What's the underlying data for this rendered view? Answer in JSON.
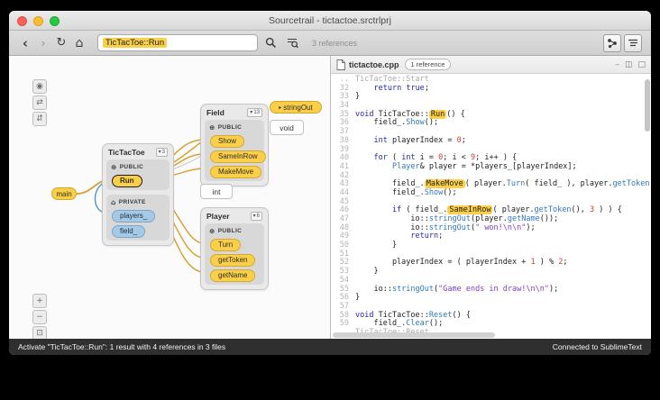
{
  "window": {
    "title": "Sourcetrail - tictactoe.srctrlprj"
  },
  "colors": {
    "traffic_close": "#ff5f57",
    "traffic_minimize": "#febc2e",
    "traffic_zoom": "#28c840",
    "accent_active": "#fbd048",
    "function_node": "#fbd048",
    "variable_node": "#a6c9e6",
    "call_edge": "#d99e2b",
    "access_edge": "#4f94cd"
  },
  "icons": {
    "back": "‹",
    "forward": "›",
    "refresh": "↻",
    "home": "⌂",
    "expand": "▸",
    "badge_collapse": "▾",
    "trail": "◉",
    "expand_horizontal": "⇄",
    "expand_vertical": "⇵",
    "zoom_in": "+",
    "zoom_out": "−",
    "zoom_fit": "⊡",
    "globe": "⊕",
    "home_private": "⌂",
    "minimize": "–",
    "snippet": "◫",
    "maximize": "□"
  },
  "toolbar": {
    "search_value": "TicTacToe::Run",
    "references_label": "3 references"
  },
  "graph": {
    "nodes": {
      "main": {
        "label": "main"
      },
      "tictactoe": {
        "title": "TicTacToe",
        "badge": "3",
        "sections": [
          {
            "label": "PUBLIC",
            "icon": "globe",
            "members": [
              {
                "label": "Run",
                "style": "active"
              }
            ]
          },
          {
            "label": "PRIVATE",
            "icon": "home",
            "members": [
              {
                "label": "players_",
                "style": "blue"
              },
              {
                "label": "field_",
                "style": "blue"
              }
            ]
          }
        ]
      },
      "field": {
        "title": "Field",
        "badge": "13",
        "sections": [
          {
            "label": "PUBLIC",
            "icon": "globe",
            "members": [
              {
                "label": "Show",
                "style": "yellow"
              },
              {
                "label": "SameInRow",
                "style": "yellow"
              },
              {
                "label": "MakeMove",
                "style": "yellow"
              }
            ]
          }
        ]
      },
      "int": {
        "label": "int"
      },
      "player": {
        "title": "Player",
        "badge": "6",
        "sections": [
          {
            "label": "PUBLIC",
            "icon": "globe",
            "members": [
              {
                "label": "Turn",
                "style": "yellow"
              },
              {
                "label": "getToken",
                "style": "yellow"
              },
              {
                "label": "getName",
                "style": "yellow"
              }
            ]
          }
        ]
      },
      "stringout": {
        "label": "stringOut"
      },
      "void": {
        "label": "void"
      }
    }
  },
  "code": {
    "tab": "tictactoe.cpp",
    "badge": "1 reference",
    "lines": [
      {
        "n": "..",
        "t": [
          {
            "s": "TicTacToe::Start",
            "c": "scope"
          }
        ]
      },
      {
        "n": "32",
        "t": [
          {
            "s": "    "
          },
          {
            "s": "return",
            "c": "kw"
          },
          {
            "s": " "
          },
          {
            "s": "true",
            "c": "kw"
          },
          {
            "s": ";"
          }
        ]
      },
      {
        "n": "33",
        "t": [
          {
            "s": "}"
          }
        ]
      },
      {
        "n": "34",
        "t": []
      },
      {
        "n": "35",
        "t": [
          {
            "s": "void",
            "c": "kw"
          },
          {
            "s": " TicTacToe::"
          },
          {
            "s": "Run",
            "c": "hl"
          },
          {
            "s": "() {"
          }
        ]
      },
      {
        "n": "36",
        "t": [
          {
            "s": "    field_."
          },
          {
            "s": "Show",
            "c": "fn"
          },
          {
            "s": "();"
          }
        ]
      },
      {
        "n": "37",
        "t": []
      },
      {
        "n": "38",
        "t": [
          {
            "s": "    "
          },
          {
            "s": "int",
            "c": "kw"
          },
          {
            "s": " playerIndex = "
          },
          {
            "s": "0",
            "c": "num"
          },
          {
            "s": ";"
          }
        ]
      },
      {
        "n": "39",
        "t": []
      },
      {
        "n": "40",
        "t": [
          {
            "s": "    "
          },
          {
            "s": "for",
            "c": "kw"
          },
          {
            "s": " ( "
          },
          {
            "s": "int",
            "c": "kw"
          },
          {
            "s": " i = "
          },
          {
            "s": "0",
            "c": "num"
          },
          {
            "s": "; i < "
          },
          {
            "s": "9",
            "c": "num"
          },
          {
            "s": "; i++ ) {"
          }
        ]
      },
      {
        "n": "41",
        "t": [
          {
            "s": "        "
          },
          {
            "s": "Player",
            "c": "typ"
          },
          {
            "s": "& player = *players_[playerIndex];"
          }
        ]
      },
      {
        "n": "42",
        "t": []
      },
      {
        "n": "43",
        "t": [
          {
            "s": "        field_."
          },
          {
            "s": "MakeMove",
            "c": "hl"
          },
          {
            "s": "( player."
          },
          {
            "s": "Turn",
            "c": "fn"
          },
          {
            "s": "( field_ ), player."
          },
          {
            "s": "getToken",
            "c": "fn"
          },
          {
            "s": "() );"
          }
        ]
      },
      {
        "n": "44",
        "t": [
          {
            "s": "        field_."
          },
          {
            "s": "Show",
            "c": "fn"
          },
          {
            "s": "();"
          }
        ]
      },
      {
        "n": "45",
        "t": []
      },
      {
        "n": "46",
        "t": [
          {
            "s": "        "
          },
          {
            "s": "if",
            "c": "kw"
          },
          {
            "s": " ( field_."
          },
          {
            "s": "SameInRow",
            "c": "hl"
          },
          {
            "s": "( player."
          },
          {
            "s": "getToken",
            "c": "fn"
          },
          {
            "s": "(), "
          },
          {
            "s": "3",
            "c": "num"
          },
          {
            "s": " ) ) {"
          }
        ]
      },
      {
        "n": "47",
        "t": [
          {
            "s": "            io::"
          },
          {
            "s": "stringOut",
            "c": "fn"
          },
          {
            "s": "(player."
          },
          {
            "s": "getName",
            "c": "fn"
          },
          {
            "s": "());"
          }
        ]
      },
      {
        "n": "48",
        "t": [
          {
            "s": "            io::"
          },
          {
            "s": "stringOut",
            "c": "fn"
          },
          {
            "s": "("
          },
          {
            "s": "\" won!\\n\\n\"",
            "c": "str"
          },
          {
            "s": ");"
          }
        ]
      },
      {
        "n": "49",
        "t": [
          {
            "s": "            "
          },
          {
            "s": "return",
            "c": "kw"
          },
          {
            "s": ";"
          }
        ]
      },
      {
        "n": "50",
        "t": [
          {
            "s": "        }"
          }
        ]
      },
      {
        "n": "51",
        "t": []
      },
      {
        "n": "52",
        "t": [
          {
            "s": "        playerIndex = ( playerIndex + "
          },
          {
            "s": "1",
            "c": "num"
          },
          {
            "s": " ) % "
          },
          {
            "s": "2",
            "c": "num"
          },
          {
            "s": ";"
          }
        ]
      },
      {
        "n": "53",
        "t": [
          {
            "s": "    }"
          }
        ]
      },
      {
        "n": "54",
        "t": []
      },
      {
        "n": "55",
        "t": [
          {
            "s": "    io::"
          },
          {
            "s": "stringOut",
            "c": "fn"
          },
          {
            "s": "("
          },
          {
            "s": "\"Game ends in draw!\\n\\n\"",
            "c": "str"
          },
          {
            "s": ");"
          }
        ]
      },
      {
        "n": "56",
        "t": [
          {
            "s": "}"
          }
        ]
      },
      {
        "n": "57",
        "t": []
      },
      {
        "n": "58",
        "t": [
          {
            "s": "void",
            "c": "kw"
          },
          {
            "s": " TicTacToe::"
          },
          {
            "s": "Reset",
            "c": "fn"
          },
          {
            "s": "() {"
          }
        ]
      },
      {
        "n": "59",
        "t": [
          {
            "s": "    field_."
          },
          {
            "s": "Clear",
            "c": "fn"
          },
          {
            "s": "();"
          }
        ]
      },
      {
        "n": "..",
        "t": [
          {
            "s": "TicTacToe::Reset",
            "c": "scope"
          }
        ]
      }
    ]
  },
  "statusbar": {
    "left": "Activate \"TicTacToe::Run\": 1 result with 4 references in 3 files",
    "right": "Connected to SublimeText"
  }
}
